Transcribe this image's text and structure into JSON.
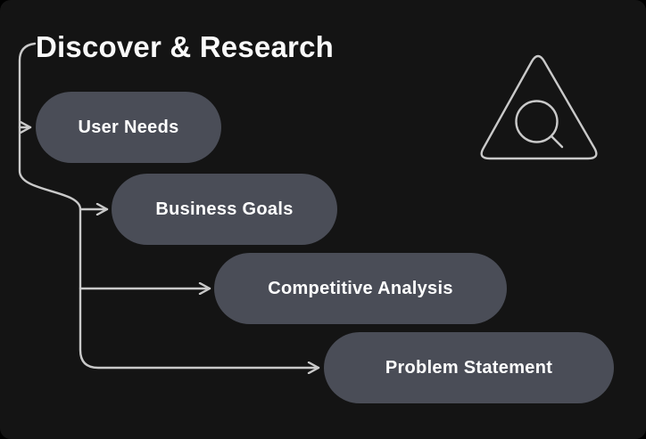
{
  "title": "Discover & Research",
  "diagram": {
    "nodes": [
      {
        "id": "user-needs",
        "label": "User Needs"
      },
      {
        "id": "business-goals",
        "label": "Business Goals"
      },
      {
        "id": "competitive-analysis",
        "label": "Competitive Analysis"
      },
      {
        "id": "problem-statement",
        "label": "Problem Statement"
      }
    ]
  },
  "icons": {
    "badge": "magnifier-in-triangle-icon",
    "arrowheads": "chevron-right-arrow"
  },
  "colors": {
    "outer_bg": "#000000",
    "canvas_bg": "#141414",
    "node_bg": "#4A4D57",
    "node_text": "#FFFFFF",
    "title_text": "#FAFAFA",
    "connector": "#C9C9C9"
  }
}
